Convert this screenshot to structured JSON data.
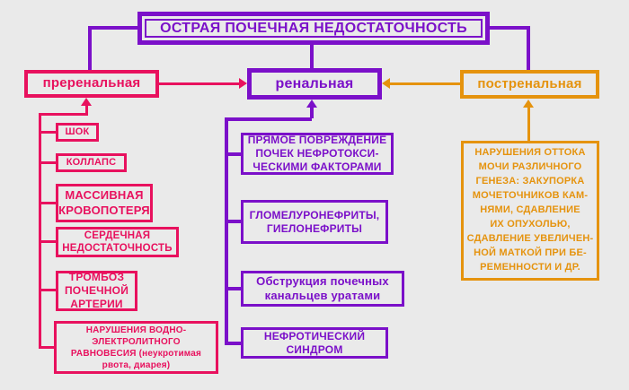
{
  "title": "ОСТРАЯ ПОЧЕЧНАЯ НЕДОСТАТОЧНОСТЬ",
  "colors": {
    "purple": "#7b10c9",
    "pink": "#e8115e",
    "orange": "#e5930e",
    "background": "#eaeaea"
  },
  "prerenal": {
    "label": "преренальная",
    "items": [
      "ШОК",
      "КОЛЛАПС",
      "МАССИВНАЯ\nКРОВОПОТЕРЯ",
      "СЕРДЕЧНАЯ\nНЕДОСТАТОЧНОСТЬ",
      "ТРОМБОЗ\nПОЧЕЧНОЙ\nАРТЕРИИ",
      "НАРУШЕНИЯ ВОДНО-\nЭЛЕКТРОЛИТНОГО\nРАВНОВЕСИЯ (неукротимая\nрвота, диарея)"
    ]
  },
  "renal": {
    "label": "ренальная",
    "items": [
      "ПРЯМОЕ ПОВРЕЖДЕНИЕ\nПОЧЕК НЕФРОТОКСИ-\nЧЕСКИМИ ФАКТОРАМИ",
      "ГЛОМЕЛУРОНЕФРИТЫ,\nГИЕЛОНЕФРИТЫ",
      "Обструкция почечных\nканальцев  уратами",
      "НЕФРОТИЧЕСКИЙ\nСИНДРОМ"
    ]
  },
  "postrenal": {
    "label": "постренальная",
    "items": [
      "НАРУШЕНИЯ ОТТОКА\nМОЧИ РАЗЛИЧНОГО\nГЕНЕЗА: ЗАКУПОРКА\nМОЧЕТОЧНИКОВ КАМ-\nНЯМИ, СДАВЛЕНИЕ\nИХ ОПУХОЛЬЮ,\nСДАВЛЕНИЕ УВЕЛИЧЕН-\nНОЙ МАТКОЙ ПРИ БЕ-\nРЕМЕННОСТИ И ДР."
    ]
  }
}
